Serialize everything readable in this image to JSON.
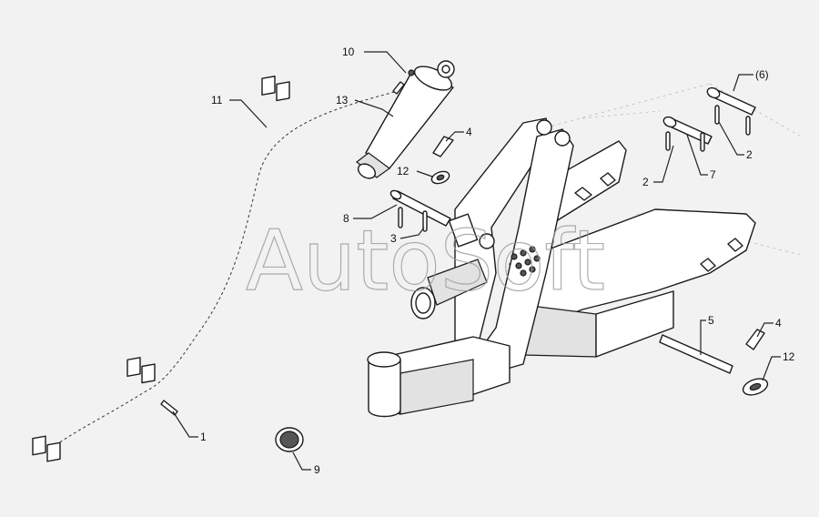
{
  "watermark": "AutoSoft",
  "callouts": [
    {
      "id": "c-10",
      "text": "10"
    },
    {
      "id": "c-11",
      "text": "11"
    },
    {
      "id": "c-13",
      "text": "13"
    },
    {
      "id": "c-4a",
      "text": "4"
    },
    {
      "id": "c-12a",
      "text": "12"
    },
    {
      "id": "c-8",
      "text": "8"
    },
    {
      "id": "c-3",
      "text": "3"
    },
    {
      "id": "c-6",
      "text": "(6)"
    },
    {
      "id": "c-2a",
      "text": "2"
    },
    {
      "id": "c-2b",
      "text": "2"
    },
    {
      "id": "c-7",
      "text": "7"
    },
    {
      "id": "c-5",
      "text": "5"
    },
    {
      "id": "c-4b",
      "text": "4"
    },
    {
      "id": "c-12b",
      "text": "12"
    },
    {
      "id": "c-1",
      "text": "1"
    },
    {
      "id": "c-9",
      "text": "9"
    }
  ]
}
